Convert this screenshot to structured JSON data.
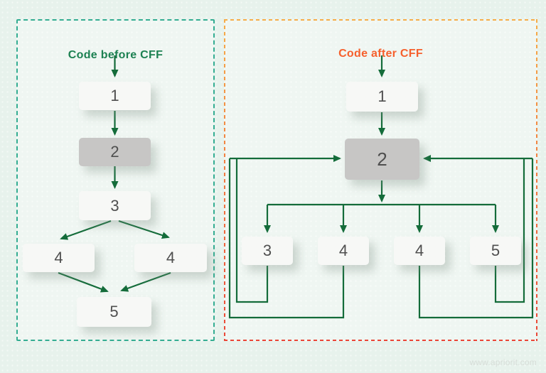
{
  "page": {
    "watermark": "www.apriorit.com"
  },
  "colors": {
    "background": "#e7f2ec",
    "arrow": "#146c3a",
    "teal_border": "#34ad92",
    "orange_border": "#f7ad49",
    "red_border": "#ea4637",
    "left_title_color": "#1d8152",
    "right_title_color": "#f6602d",
    "node_fill": "#f7f8f6",
    "node_fill_highlight": "#c7c6c5",
    "node_text": "#4f4f4f",
    "watermark_color": "#d7ddd8"
  },
  "left_panel": {
    "title": "Code before CFF",
    "nodes": [
      {
        "label": "1",
        "highlighted": false
      },
      {
        "label": "2",
        "highlighted": true
      },
      {
        "label": "3",
        "highlighted": false
      },
      {
        "label": "4",
        "highlighted": false
      },
      {
        "label": "4",
        "highlighted": false
      },
      {
        "label": "5",
        "highlighted": false
      }
    ],
    "edges": [
      "start→1",
      "1→2",
      "2→3",
      "3→4(left)",
      "3→4(right)",
      "4(left)→5",
      "4(right)→5"
    ]
  },
  "right_panel": {
    "title": "Code after CFF",
    "nodes": [
      {
        "label": "1",
        "highlighted": false
      },
      {
        "label": "2",
        "highlighted": true
      },
      {
        "label": "3",
        "highlighted": false
      },
      {
        "label": "4",
        "highlighted": false
      },
      {
        "label": "4",
        "highlighted": false
      },
      {
        "label": "5",
        "highlighted": false
      }
    ],
    "edges": [
      "start→1",
      "1→2",
      "2→dispatch",
      "dispatch→3",
      "dispatch→4(a)",
      "dispatch→4(b)",
      "dispatch→5",
      "3→2",
      "4(a)→2",
      "4(b)→2",
      "5→2"
    ]
  }
}
